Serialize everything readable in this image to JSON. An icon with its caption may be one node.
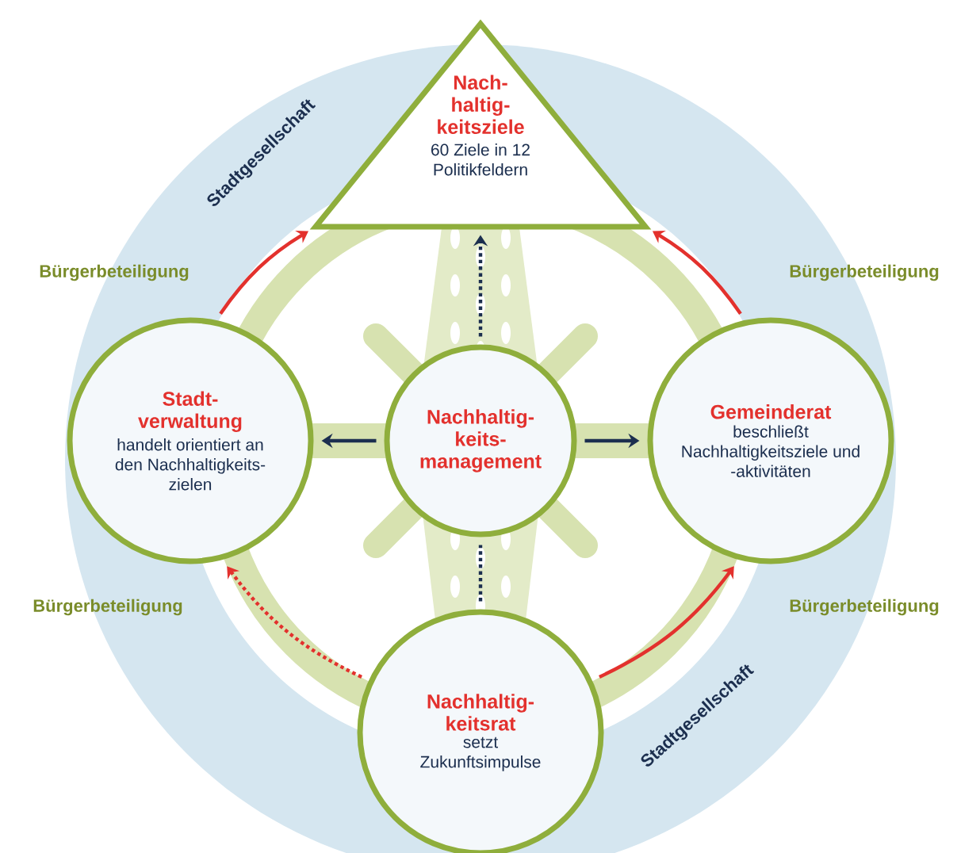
{
  "diagram": {
    "nodes": [
      {
        "text": [
          "Nach- haltig- keitsziele",
          "60 Ziele in 12 Politikfeldern"
        ]
      },
      {
        "text": [
          "Stadt- verwaltung",
          "handelt orientiert an den Nachhaltigkeits- zielen"
        ]
      },
      {
        "text": [
          "Nachhaltig- keits- management"
        ]
      },
      {
        "text": [
          "Gemeinderat",
          "beschließt Nachhaltigkeitsziele und -aktivitäten"
        ]
      },
      {
        "text": [
          "Nachhaltig- keitsrat",
          "setzt Zukunftsimpulse"
        ]
      }
    ],
    "edges": [
      {
        "from": 2,
        "to": 0,
        "arrow": "to",
        "style": "dashed",
        "color": "#1c2f4f"
      },
      {
        "from": 2,
        "to": 1,
        "arrow": "to",
        "color": "#1c2f4f"
      },
      {
        "from": 2,
        "to": 3,
        "arrow": "to",
        "color": "#1c2f4f"
      },
      {
        "from": 4,
        "to": 2,
        "arrow": "none",
        "style": "dashed",
        "color": "#1c2f4f"
      },
      {
        "from": 1,
        "to": 0,
        "arrow": "to",
        "color": "#e3312d"
      },
      {
        "from": 3,
        "to": 0,
        "arrow": "to",
        "color": "#e3312d"
      },
      {
        "from": 4,
        "to": 1,
        "arrow": "to",
        "style": "dashed",
        "color": "#e3312d"
      },
      {
        "from": 4,
        "to": 3,
        "arrow": "to",
        "color": "#e3312d"
      }
    ],
    "labels": [
      "Stadtgesellschaft",
      "Bürgerbeteiligung",
      "Bürgerbeteiligung",
      "Bürgerbeteiligung",
      "Bürgerbeteiligung",
      "Stadtgesellschaft"
    ]
  }
}
